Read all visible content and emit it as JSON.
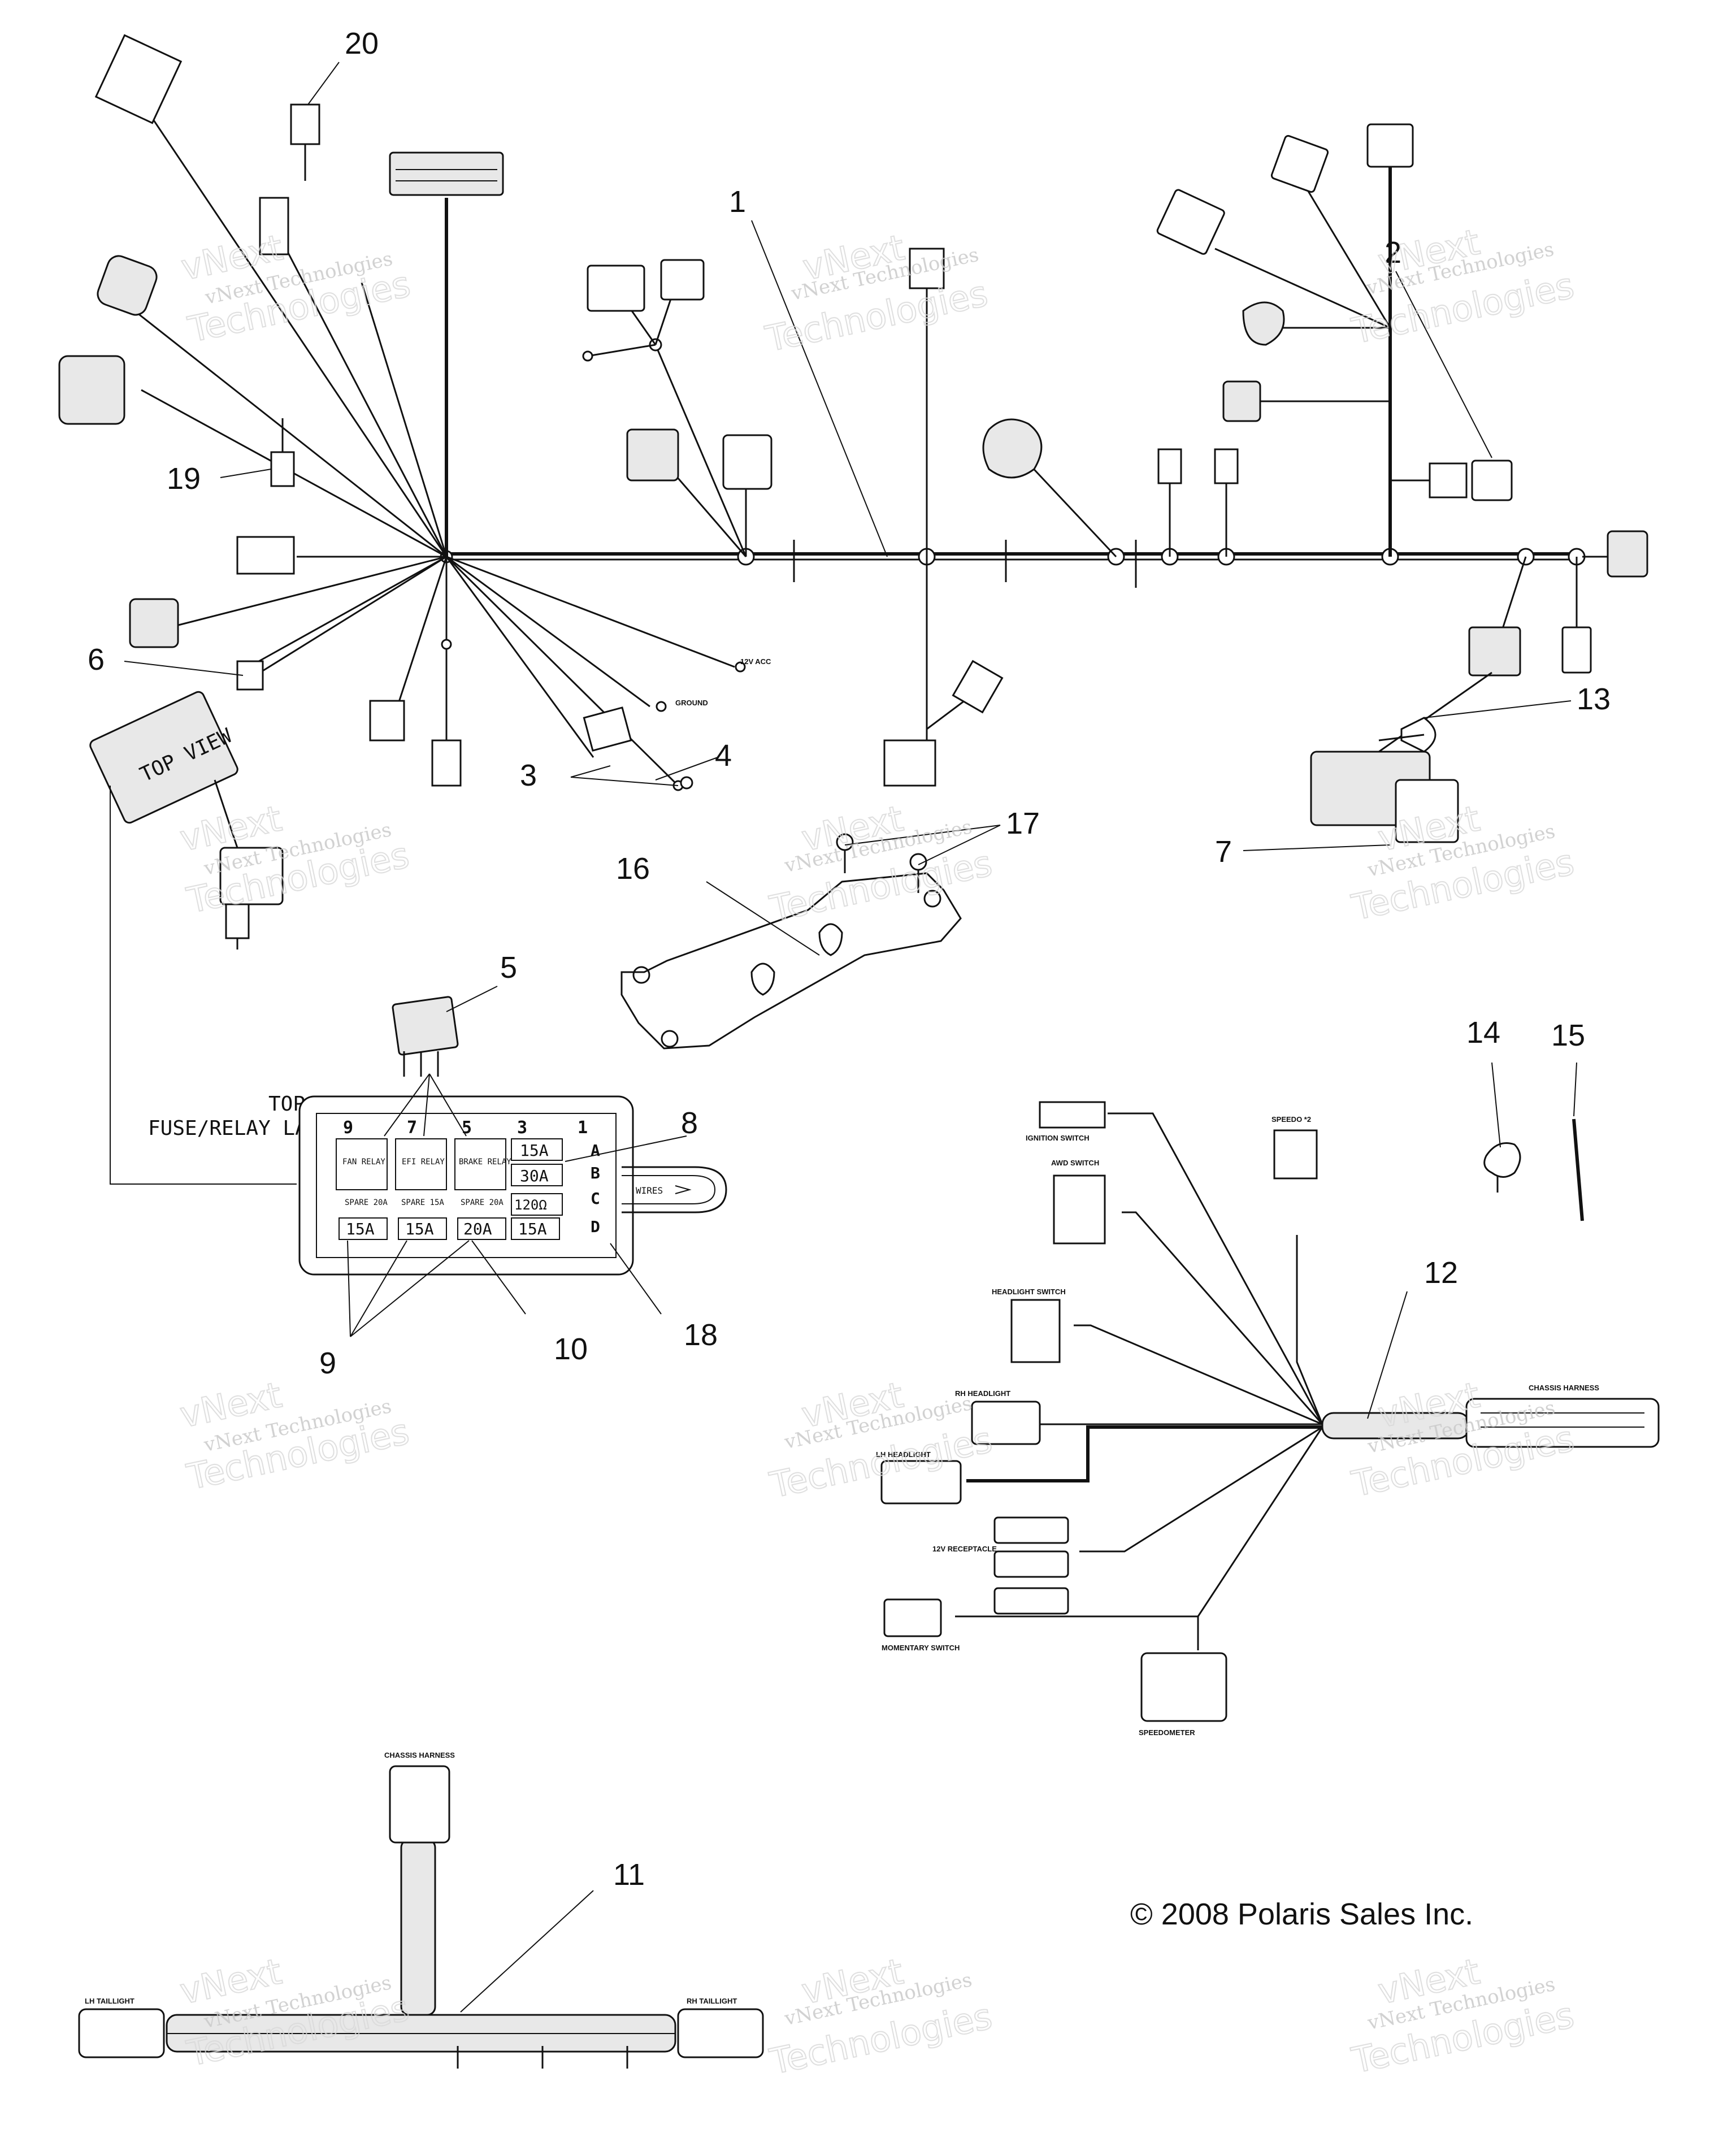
{
  "callouts": {
    "c1": "1",
    "c2": "2",
    "c3": "3",
    "c4": "4",
    "c5": "5",
    "c6": "6",
    "c7": "7",
    "c8": "8",
    "c9": "9",
    "c10": "10",
    "c11": "11",
    "c12": "12",
    "c13": "13",
    "c14": "14",
    "c15": "15",
    "c16": "16",
    "c17": "17",
    "c18": "18",
    "c19": "19",
    "c20": "20"
  },
  "fuse_box": {
    "heading_line1": "TOP VIEW",
    "heading_line2": "FUSE/RELAY LAYOUT",
    "column_numbers": [
      "9",
      "7",
      "5",
      "3",
      "1"
    ],
    "row_letters": [
      "A",
      "B",
      "C",
      "D"
    ],
    "relays": [
      "FAN RELAY",
      "EFI RELAY",
      "BRAKE RELAY"
    ],
    "spares": [
      "SPARE 20A",
      "SPARE 15A",
      "SPARE 20A"
    ],
    "fuses_right": [
      "15A",
      "30A",
      "120Ω"
    ],
    "fuses_bottom": [
      "15A",
      "15A",
      "20A",
      "15A"
    ],
    "wires_label": "WIRES"
  },
  "module_label": "TOP VIEW",
  "small_labels": {
    "acc": "12V ACC",
    "ground": "GROUND",
    "ignition": "IGNITION SWITCH",
    "speedo": "SPEEDO *2",
    "awd": "AWD SWITCH",
    "headlight_switch": "HEADLIGHT SWITCH",
    "rh_headlight": "RH HEADLIGHT",
    "lh_headlight": "LH HEADLIGHT",
    "receptacle": "12V RECEPTACLE",
    "momentary": "MOMENTARY SWITCH",
    "speedometer": "SPEEDOMETER",
    "chassis_harness_1": "CHASSIS HARNESS",
    "chassis_harness_2": "CHASSIS HARNESS",
    "lh_taillight": "LH TAILLIGHT",
    "rh_taillight": "RH TAILLIGHT"
  },
  "copyright": "© 2008 Polaris Sales Inc.",
  "watermark": {
    "line1": "vNext Technologies",
    "line2": "vNext",
    "line3": "Technologies"
  }
}
